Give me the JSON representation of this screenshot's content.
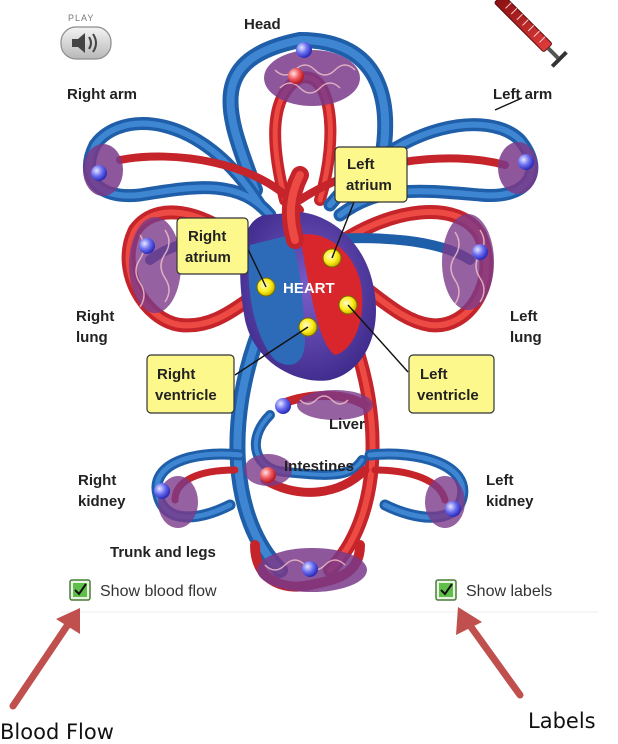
{
  "audio": {
    "play_label": "PLAY"
  },
  "organs": {
    "head": "Head",
    "right_arm": "Right arm",
    "left_arm": "Left arm",
    "right_lung_1": "Right",
    "right_lung_2": "lung",
    "left_lung_1": "Left",
    "left_lung_2": "lung",
    "liver": "Liver",
    "intestines": "Intestines",
    "right_kidney_1": "Right",
    "right_kidney_2": "kidney",
    "left_kidney_1": "Left",
    "left_kidney_2": "kidney",
    "trunk_legs": "Trunk and legs",
    "heart": "HEART"
  },
  "chambers": {
    "left_atrium_1": "Left",
    "left_atrium_2": "atrium",
    "right_atrium_1": "Right",
    "right_atrium_2": "atrium",
    "right_ventricle_1": "Right",
    "right_ventricle_2": "ventricle",
    "left_ventricle_1": "Left",
    "left_ventricle_2": "ventricle"
  },
  "controls": {
    "show_blood_flow": "Show blood flow",
    "show_blood_flow_checked": true,
    "show_labels": "Show labels",
    "show_labels_checked": true
  },
  "annotations": {
    "blood_flow": "Blood Flow",
    "labels": "Labels"
  },
  "colors": {
    "oxygenated": "#c4242a",
    "deoxygenated": "#1f5ea8",
    "label_box": "#fdf88c",
    "annotation_arrow": "#c0504d",
    "checkbox_green": "#3aa53a"
  }
}
